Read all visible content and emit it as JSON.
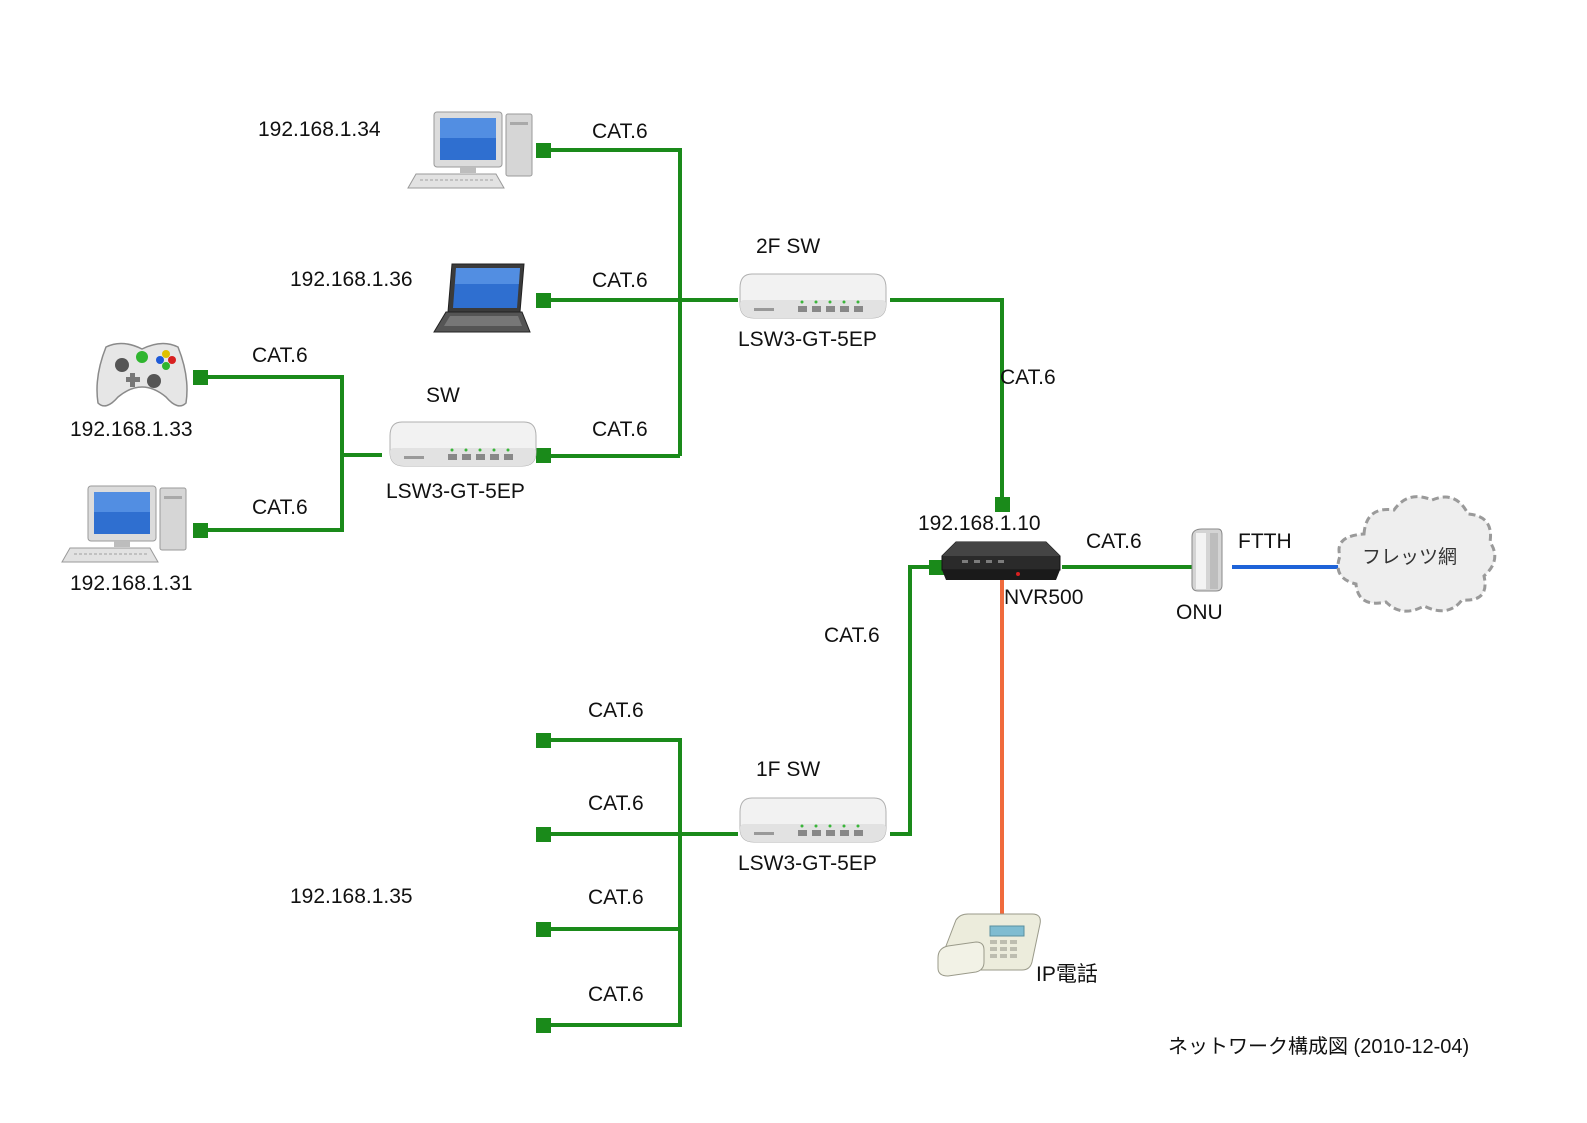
{
  "colors": {
    "lan_cable": "#1a8a1a",
    "fiber_cable": "#1e63d8",
    "phone_cable": "#f06a3c",
    "cloud_fill": "#eeeeee",
    "cloud_stroke": "#9a9a9a"
  },
  "cable_label": "CAT.6",
  "devices": {
    "pc_34": {
      "ip": "192.168.1.34",
      "icon": "desktop-pc-icon"
    },
    "laptop_36": {
      "ip": "192.168.1.36",
      "icon": "laptop-icon"
    },
    "console_33": {
      "ip": "192.168.1.33",
      "icon": "game-controller-icon"
    },
    "pc_31": {
      "ip": "192.168.1.31",
      "icon": "desktop-pc-icon"
    },
    "laptop_35": {
      "ip": "192.168.1.35",
      "icon": "laptop-icon"
    },
    "sw_2f": {
      "title": "2F SW",
      "model": "LSW3-GT-5EP",
      "icon": "switch-icon"
    },
    "sw_room": {
      "title": "SW",
      "model": "LSW3-GT-5EP",
      "icon": "switch-icon"
    },
    "sw_1f": {
      "title": "1F SW",
      "model": "LSW3-GT-5EP",
      "icon": "switch-icon"
    },
    "router": {
      "ip": "192.168.1.10",
      "model": "NVR500",
      "icon": "router-icon"
    },
    "onu": {
      "label": "ONU",
      "icon": "onu-icon"
    },
    "phone": {
      "label": "IP電話",
      "icon": "ip-phone-icon"
    },
    "cloud": {
      "label": "フレッツ網",
      "icon": "cloud-icon"
    }
  },
  "links": {
    "pc34_sw2f": "CAT.6",
    "laptop36_sw2f": "CAT.6",
    "swroom_sw2f": "CAT.6",
    "console_swroom": "CAT.6",
    "pc31_swroom": "CAT.6",
    "sw2f_router": "CAT.6",
    "router_sw1f": "CAT.6",
    "router_onu": "CAT.6",
    "onu_cloud": "FTTH",
    "sw1f_port1": "CAT.6",
    "sw1f_port2": "CAT.6",
    "sw1f_laptop35": "CAT.6",
    "sw1f_port4": "CAT.6"
  },
  "footer": {
    "caption": "ネットワーク構成図 (2010-12-04)"
  }
}
